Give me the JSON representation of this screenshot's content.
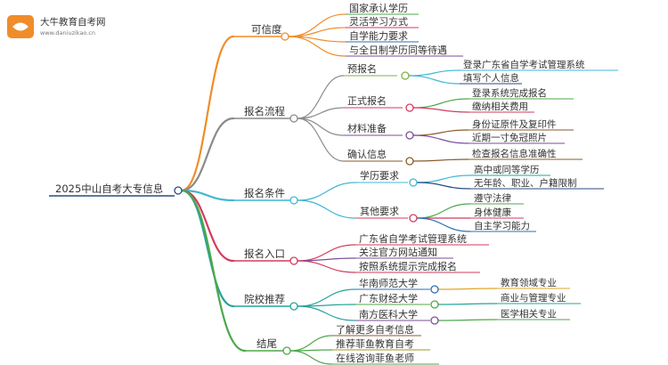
{
  "brand": {
    "name": "大牛教育自考网",
    "url": "www.daniuzikao.cn"
  },
  "colors": {
    "root": "#2b4a80",
    "b1": "#f08c2a",
    "b2": "#8a8a8a",
    "b3": "#3fb7d4",
    "b4": "#d23b5e",
    "b5": "#27a39a",
    "b6": "#4da84a",
    "green": "#4da84a",
    "red": "#d23b5e",
    "blue": "#2b6fb0",
    "purple": "#7b4e9a",
    "olive": "#9c9a27",
    "lime": "#7cb342",
    "brown": "#8b5a2b",
    "amber": "#e0a52a",
    "cyan": "#3fb7d4",
    "navy": "#2b4a80",
    "teal": "#27a39a",
    "orange": "#f08c2a"
  },
  "root": {
    "label": "2025中山自考大专信息"
  },
  "branches": [
    {
      "id": "b1",
      "label": "可信度",
      "children": [
        "国家承认学历",
        "灵活学习方式",
        "自学能力要求",
        "与全日制学历同等待遇"
      ]
    },
    {
      "id": "b2",
      "label": "报名流程",
      "children": [
        {
          "label": "预报名",
          "children": [
            "登录广东省自学考试管理系统",
            "填写个人信息"
          ]
        },
        {
          "label": "正式报名",
          "children": [
            "登录系统完成报名",
            "缴纳相关费用"
          ]
        },
        {
          "label": "材料准备",
          "children": [
            "身份证原件及复印件",
            "近期一寸免冠照片"
          ]
        },
        {
          "label": "确认信息",
          "children": [
            "检查报名信息准确性"
          ]
        }
      ]
    },
    {
      "id": "b3",
      "label": "报名条件",
      "children": [
        {
          "label": "学历要求",
          "children": [
            "高中或同等学历",
            "无年龄、职业、户籍限制"
          ]
        },
        {
          "label": "其他要求",
          "children": [
            "遵守法律",
            "身体健康",
            "自主学习能力"
          ]
        }
      ]
    },
    {
      "id": "b4",
      "label": "报名入口",
      "children": [
        "广东省自学考试管理系统",
        "关注官方网站通知",
        "按照系统提示完成报名"
      ]
    },
    {
      "id": "b5",
      "label": "院校推荐",
      "children": [
        {
          "label": "华南师范大学",
          "children": [
            "教育领域专业"
          ]
        },
        {
          "label": "广东财经大学",
          "children": [
            "商业与管理专业"
          ]
        },
        {
          "label": "南方医科大学",
          "children": [
            "医学相关专业"
          ]
        }
      ]
    },
    {
      "id": "b6",
      "label": "结尾",
      "children": [
        "了解更多自考信息",
        "推荐菲鱼教育自考",
        "在线咨询菲鱼老师"
      ]
    }
  ]
}
